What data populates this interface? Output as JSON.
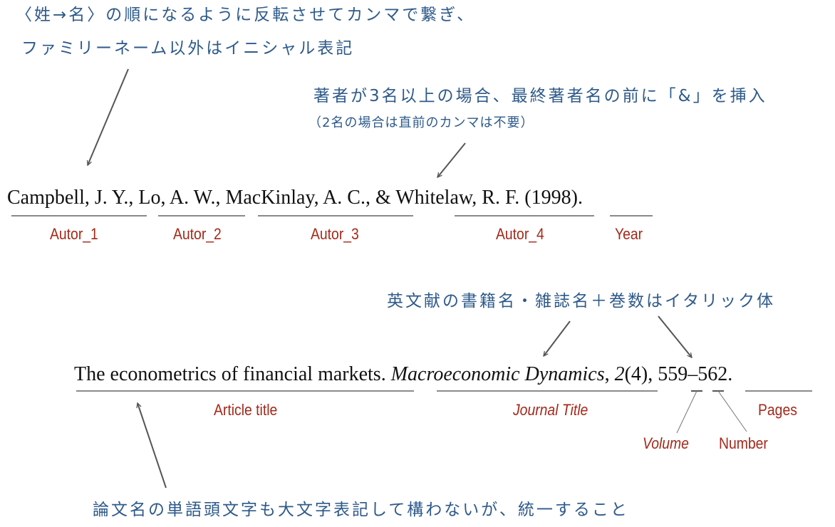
{
  "notes": {
    "name_order_line1": "〈姓→名〉の順になるように反転させてカンマで繋ぎ、",
    "name_order_line2": "ファミリーネーム以外はイニシャル表記",
    "ampersand_main": "著者が3名以上の場合、最終著者名の前に「&」を挿入",
    "ampersand_sub": "（2名の場合は直前のカンマは不要）",
    "italic_rule": "英文献の書籍名・雑誌名＋巻数はイタリック体",
    "title_case_rule": "論文名の単語頭文字も大文字表記して構わないが、統一すること"
  },
  "citation": {
    "line1": {
      "author1": "Campbell, J. Y.,",
      "author2": "Lo, A. W.,",
      "author3": "MacKinlay, A. C.,",
      "amp": "&",
      "author4": "Whitelaw, R. F.",
      "year": "(1998)."
    },
    "line2": {
      "article_title": "The econometrics of financial markets.",
      "journal_title": "Macroeconomic Dynamics",
      "sep1": ",",
      "volume": "2",
      "number": "(4)",
      "sep2": ",",
      "pages": "559–562."
    }
  },
  "labels": {
    "author1": "Autor_1",
    "author2": "Autor_2",
    "author3": "Autor_3",
    "author4": "Autor_4",
    "year": "Year",
    "article_title": "Article title",
    "journal_title": "Journal Title",
    "volume": "Volume",
    "number": "Number",
    "pages": "Pages"
  },
  "colors": {
    "note_text": "#2e5a8a",
    "label_text": "#a3291a",
    "citation_text": "#111111",
    "underline": "#8a8a8a",
    "arrow": "#555555"
  }
}
